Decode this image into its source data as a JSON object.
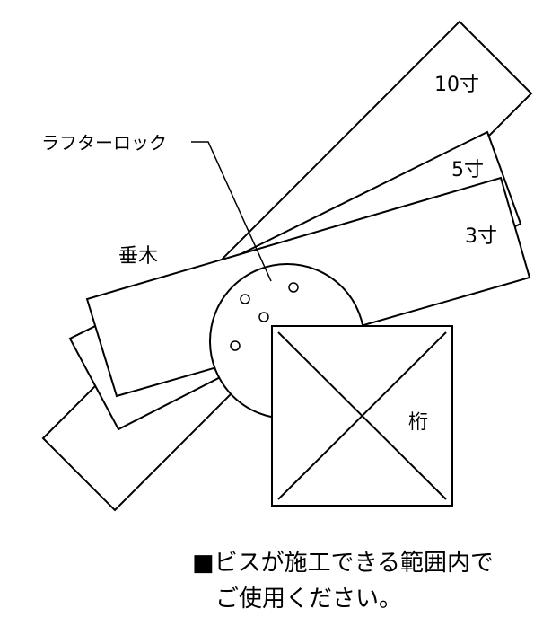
{
  "labels": {
    "ten_sun": "10寸",
    "five_sun": "5寸",
    "three_sun": "3寸",
    "rafter_lock": "ラフターロック",
    "taruki": "垂木",
    "keta": "桁"
  },
  "note": {
    "marker": "■",
    "line1": "ビスが施工できる範囲内で",
    "line2": "ご使用ください。"
  },
  "colors": {
    "stroke": "#000000",
    "fill": "#ffffff",
    "text": "#000000"
  }
}
